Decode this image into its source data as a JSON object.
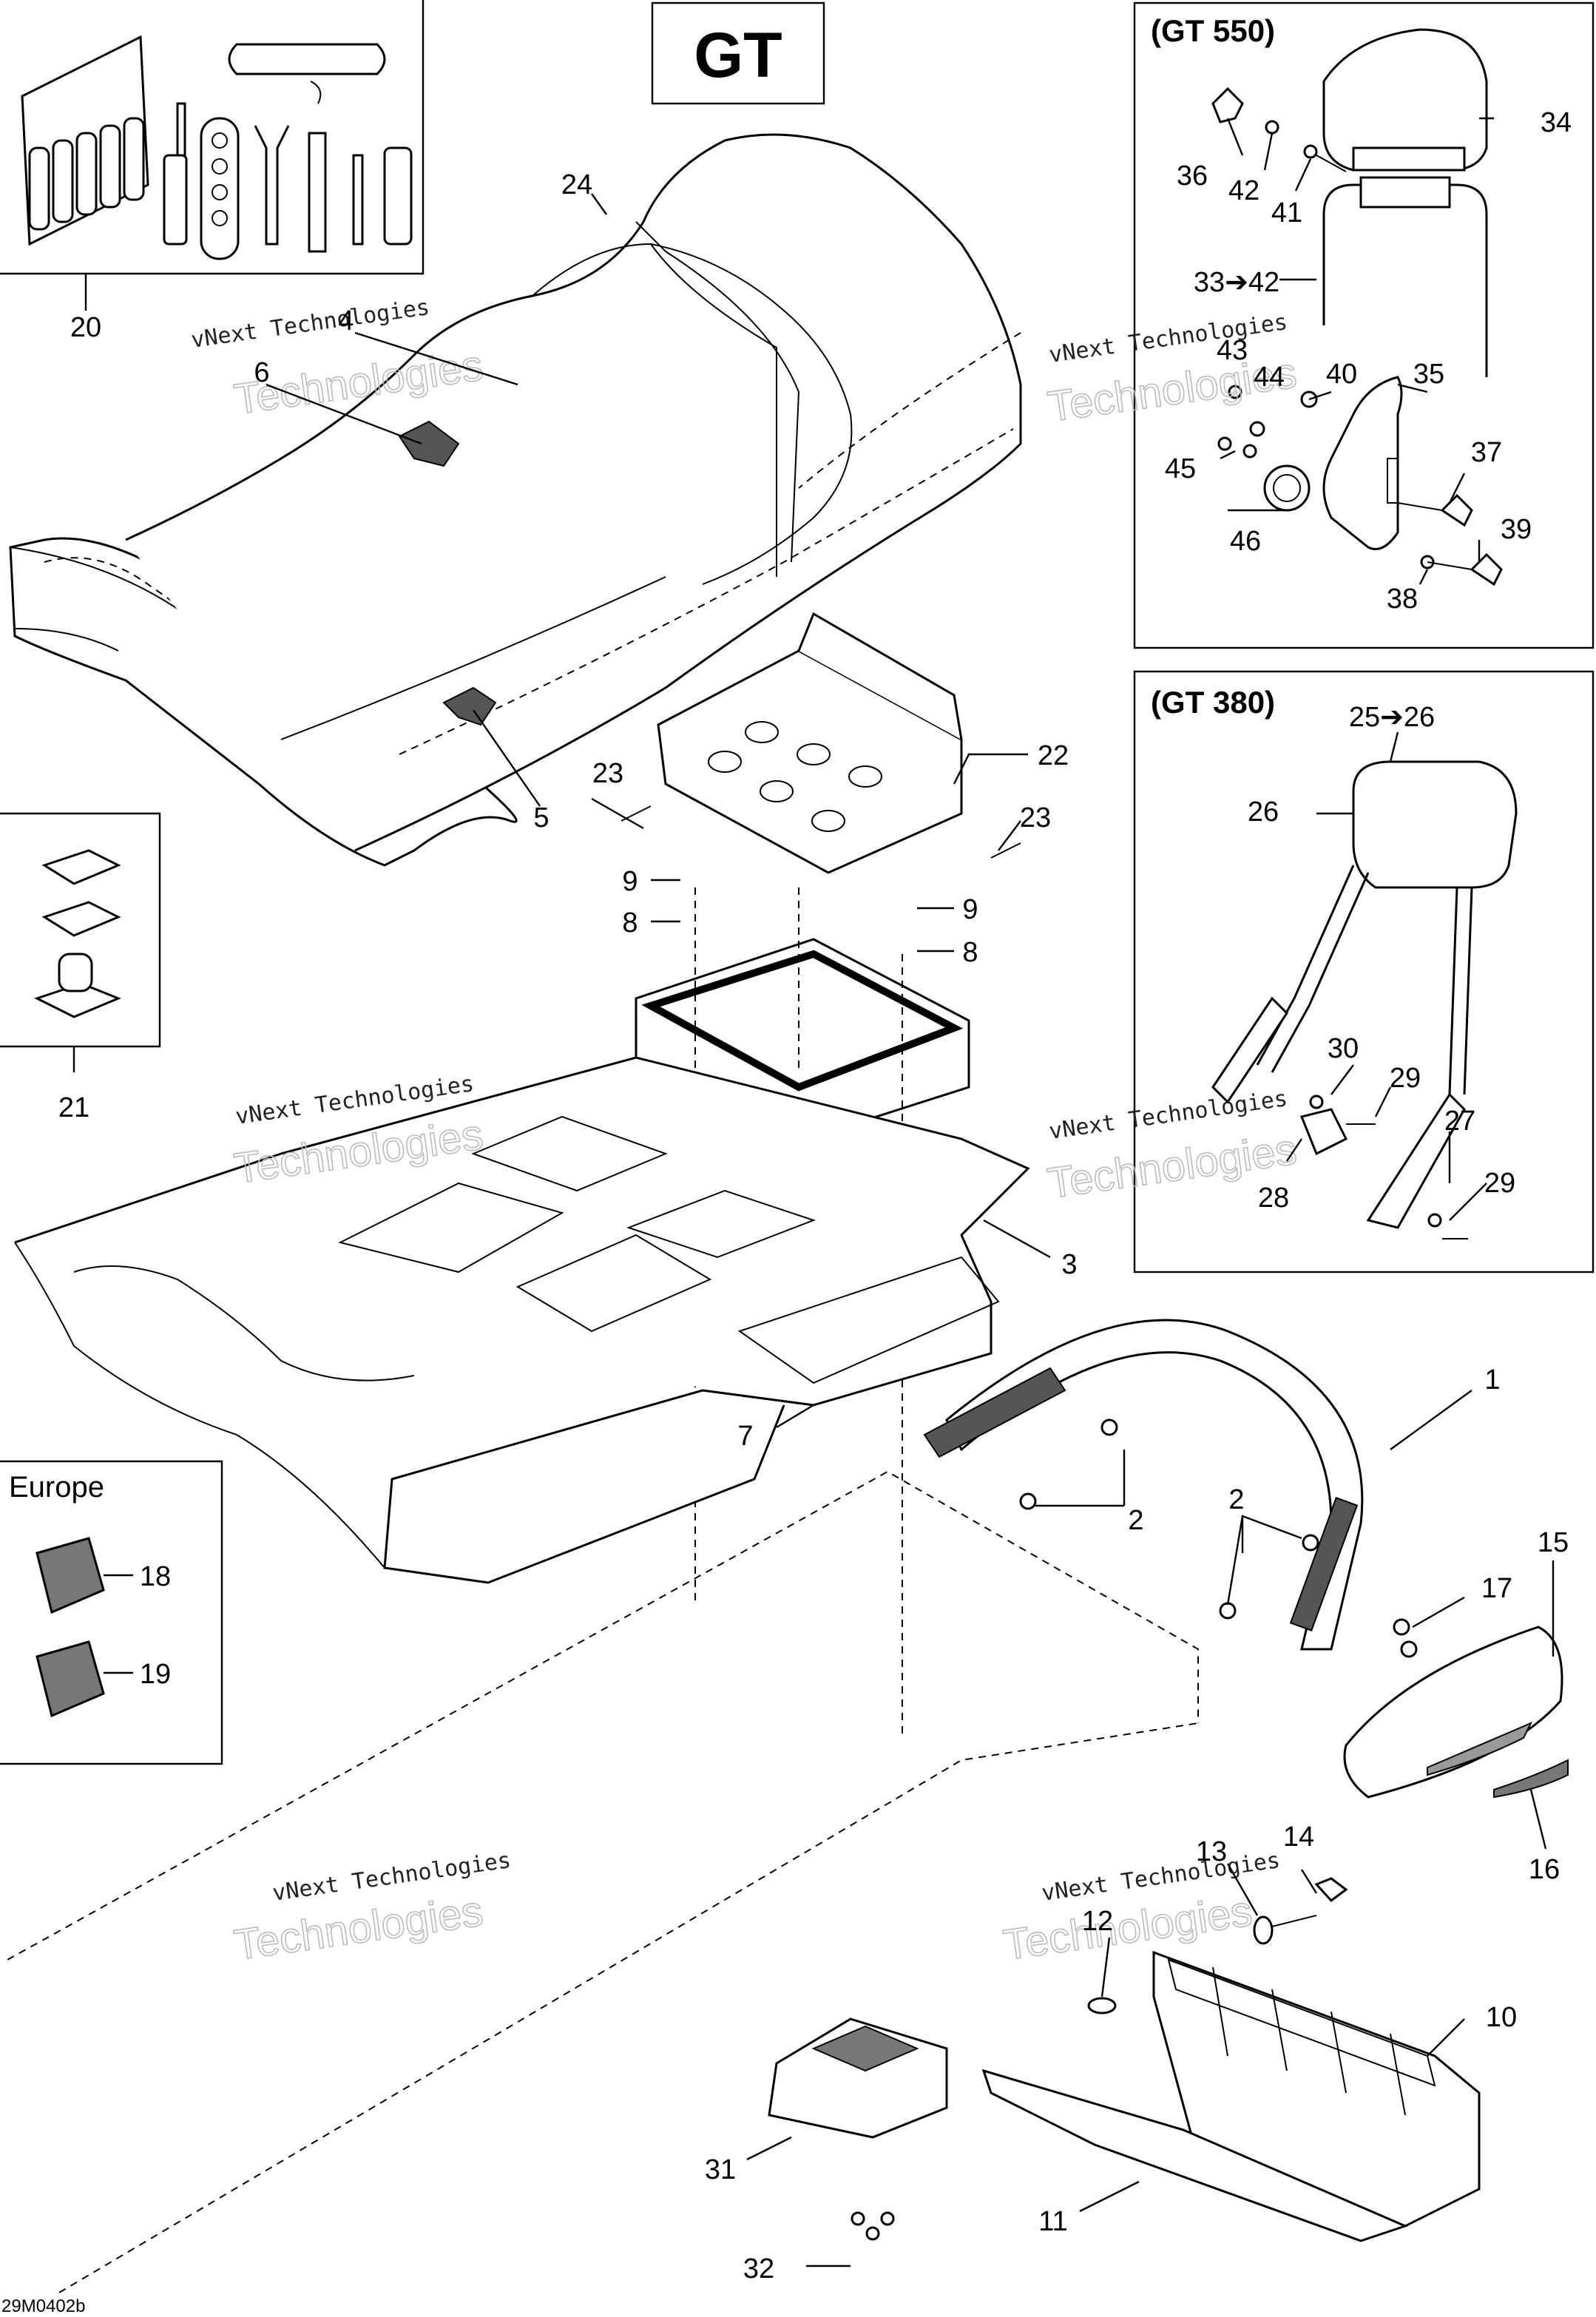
{
  "title": "GT",
  "drawing_ref": "29M0402b",
  "watermark": {
    "line1": "vNext Technologies",
    "line2": "Technologies"
  },
  "insets": {
    "gt550": {
      "label": "(GT 550)"
    },
    "gt380": {
      "label": "(GT 380)"
    },
    "europe": {
      "label": "Europe"
    }
  },
  "callouts": {
    "c1": "1",
    "c2a": "2",
    "c2b": "2",
    "c3": "3",
    "c4": "4",
    "c5": "5",
    "c6": "6",
    "c7": "7",
    "c8a": "8",
    "c8b": "8",
    "c9a": "9",
    "c9b": "9",
    "c10": "10",
    "c11": "11",
    "c12": "12",
    "c13": "13",
    "c14": "14",
    "c15": "15",
    "c16": "16",
    "c17": "17",
    "c18": "18",
    "c19": "19",
    "c20": "20",
    "c21": "21",
    "c22": "22",
    "c23a": "23",
    "c23b": "23",
    "c24": "24",
    "c2526": "25➔26",
    "c26": "26",
    "c27": "27",
    "c28": "28",
    "c29a": "29",
    "c29b": "29",
    "c30": "30",
    "c31": "31",
    "c32": "32",
    "c3342": "33➔42",
    "c34": "34",
    "c35": "35",
    "c36": "36",
    "c37": "37",
    "c38": "38",
    "c39": "39",
    "c40": "40",
    "c41": "41",
    "c42": "42",
    "c4344": "43",
    "c44": "44",
    "c45": "45",
    "c46": "46"
  }
}
